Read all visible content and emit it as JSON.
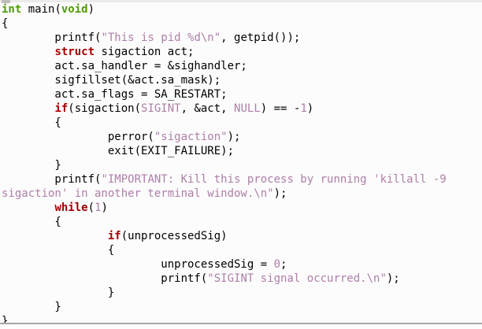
{
  "editor": {
    "language": "C",
    "colors": {
      "plain": "#000000",
      "type_keyword": "#4e9a06",
      "control_keyword": "#a40000",
      "constant_and_string": "#ad7fa8",
      "background": "#fcfcfc",
      "top_strip": "#ebebeb",
      "bottom_border": "#a6a6a6"
    },
    "lines": [
      [
        {
          "k": "t",
          "t": "int"
        },
        {
          "k": "p",
          "t": " main("
        },
        {
          "k": "t",
          "t": "void"
        },
        {
          "k": "p",
          "t": ")"
        }
      ],
      [
        {
          "k": "p",
          "t": "{"
        }
      ],
      [
        {
          "k": "p",
          "t": "        printf("
        },
        {
          "k": "s",
          "t": "\"This is pid %d\\n\""
        },
        {
          "k": "p",
          "t": ", getpid());"
        }
      ],
      [
        {
          "k": "p",
          "t": "        "
        },
        {
          "k": "c",
          "t": "struct"
        },
        {
          "k": "p",
          "t": " sigaction act;"
        }
      ],
      [
        {
          "k": "p",
          "t": "        act.sa_handler = &sighandler;"
        }
      ],
      [
        {
          "k": "p",
          "t": "        sigfillset(&act.sa_mask);"
        }
      ],
      [
        {
          "k": "p",
          "t": "        act.sa_flags = SA_RESTART;"
        }
      ],
      [
        {
          "k": "p",
          "t": "        "
        },
        {
          "k": "c",
          "t": "if"
        },
        {
          "k": "p",
          "t": "(sigaction("
        },
        {
          "k": "s",
          "t": "SIGINT"
        },
        {
          "k": "p",
          "t": ", &act, "
        },
        {
          "k": "s",
          "t": "NULL"
        },
        {
          "k": "p",
          "t": ") == -"
        },
        {
          "k": "s",
          "t": "1"
        },
        {
          "k": "p",
          "t": ")"
        }
      ],
      [
        {
          "k": "p",
          "t": "        {"
        }
      ],
      [
        {
          "k": "p",
          "t": "                perror("
        },
        {
          "k": "s",
          "t": "\"sigaction\""
        },
        {
          "k": "p",
          "t": ");"
        }
      ],
      [
        {
          "k": "p",
          "t": "                exit(EXIT_FAILURE);"
        }
      ],
      [
        {
          "k": "p",
          "t": "        }"
        }
      ],
      [
        {
          "k": "p",
          "t": "        printf("
        },
        {
          "k": "s",
          "t": "\"IMPORTANT: Kill this process by running 'killall -9"
        }
      ],
      [
        {
          "k": "s",
          "t": "sigaction' in another terminal window.\\n\""
        },
        {
          "k": "p",
          "t": ");"
        }
      ],
      [
        {
          "k": "p",
          "t": "        "
        },
        {
          "k": "c",
          "t": "while"
        },
        {
          "k": "p",
          "t": "("
        },
        {
          "k": "s",
          "t": "1"
        },
        {
          "k": "p",
          "t": ")"
        }
      ],
      [
        {
          "k": "p",
          "t": "        {"
        }
      ],
      [
        {
          "k": "p",
          "t": "                "
        },
        {
          "k": "c",
          "t": "if"
        },
        {
          "k": "p",
          "t": "(unprocessedSig)"
        }
      ],
      [
        {
          "k": "p",
          "t": "                {"
        }
      ],
      [
        {
          "k": "p",
          "t": "                        unprocessedSig = "
        },
        {
          "k": "s",
          "t": "0"
        },
        {
          "k": "p",
          "t": ";"
        }
      ],
      [
        {
          "k": "p",
          "t": "                        printf("
        },
        {
          "k": "s",
          "t": "\"SIGINT signal occurred.\\n\""
        },
        {
          "k": "p",
          "t": ");"
        }
      ],
      [
        {
          "k": "p",
          "t": "                }"
        }
      ],
      [
        {
          "k": "p",
          "t": "        }"
        }
      ],
      [
        {
          "k": "p",
          "t": "}"
        }
      ]
    ]
  }
}
